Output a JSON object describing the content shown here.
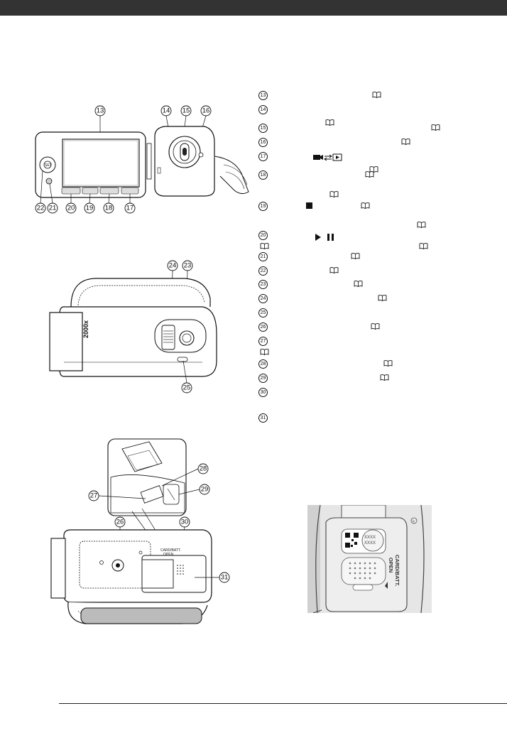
{
  "callouts": {
    "c13": "13",
    "c14": "14",
    "c15": "15",
    "c16": "16",
    "c17": "17",
    "c18": "18",
    "c19": "19",
    "c20": "20",
    "c21": "21",
    "c22": "22",
    "c23": "23",
    "c24": "24",
    "c25": "25",
    "c26": "26",
    "c27": "27",
    "c28": "28",
    "c29": "29",
    "c30": "30",
    "c31": "31"
  },
  "camera": {
    "side_zoom_text": "2000x",
    "bottom_card_label_line1": "CARD/BATT.",
    "bottom_card_label_line2": "OPEN",
    "closeup_card_label_line1": "CARD/BATT.",
    "closeup_card_label_line2": "OPEN",
    "closeup_code_text": "XXXX"
  },
  "legend": {
    "items": [
      "13",
      "14",
      "15",
      "16",
      "17",
      "18",
      "19",
      "20",
      "21",
      "22",
      "23",
      "24",
      "25",
      "26",
      "27",
      "28",
      "29",
      "30",
      "31"
    ]
  },
  "colors": {
    "header_bar": "#333333",
    "ink": "#111111",
    "camera_fill": "#ffffff",
    "closeup_bg": "#e6e6e6"
  },
  "icons": [
    "book-icon",
    "mode-switch-icon",
    "stop-icon",
    "play-pause-icon"
  ]
}
